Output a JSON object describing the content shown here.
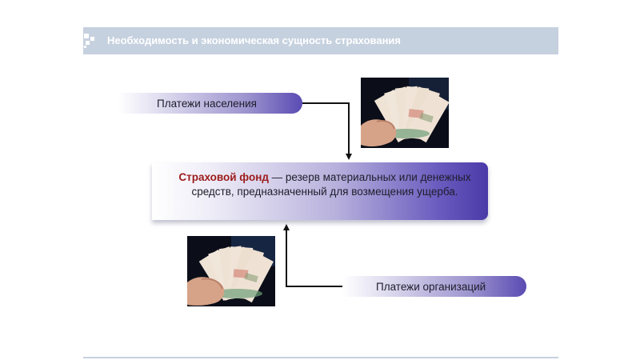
{
  "slide": {
    "title": "Необходимость и экономическая сущность страхования"
  },
  "diagram": {
    "source_top": "Платежи населения",
    "source_bottom": "Платежи организаций",
    "fund_term": "Страховой фонд",
    "fund_definition": " — резерв материальных или денежных средств, предназначенный для возмещения ущерба."
  },
  "colors": {
    "title_bar": "#c6d1df",
    "pill_accent": "#5a4bb3",
    "fund_term": "#9c1b1b"
  },
  "images": [
    "hand-with-banknotes-photo",
    "hand-with-banknotes-photo"
  ]
}
